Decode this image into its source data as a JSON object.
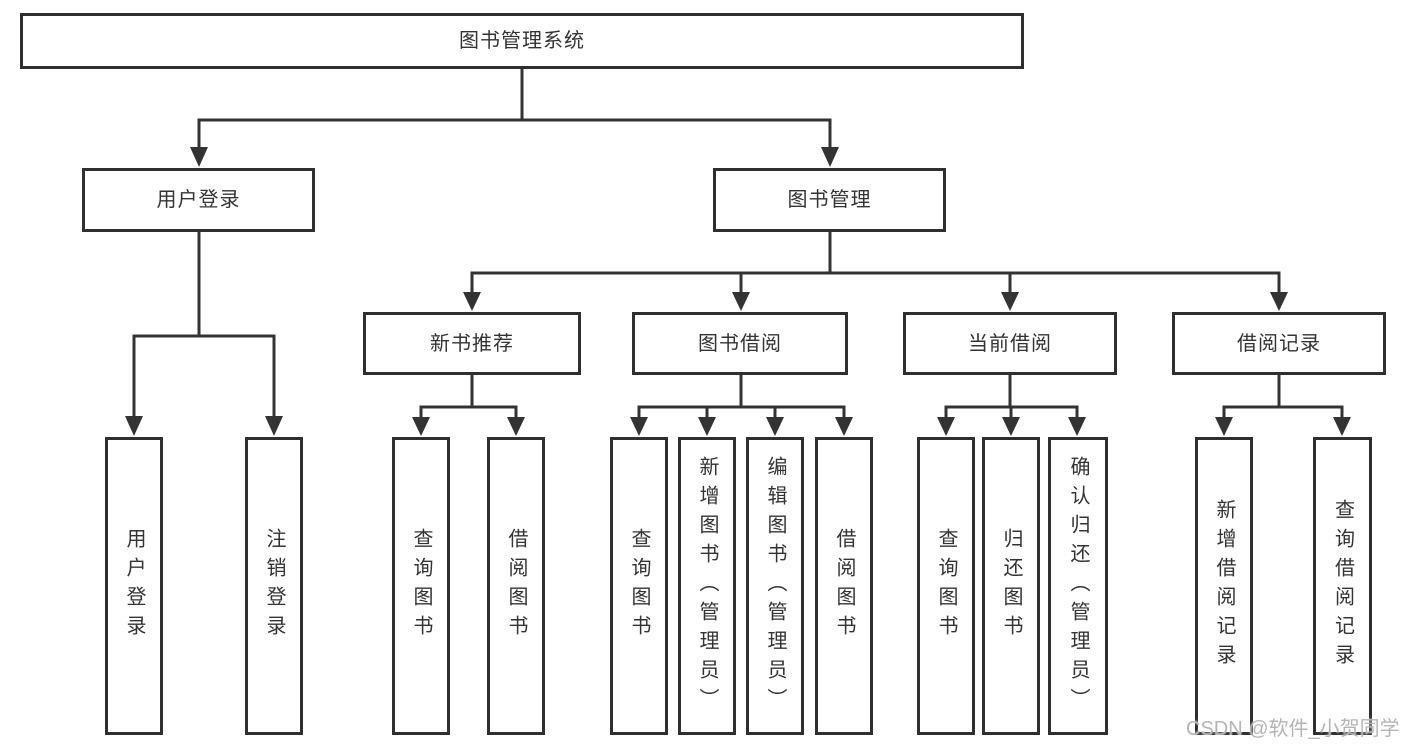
{
  "diagram": {
    "root": {
      "label": "图书管理系统"
    },
    "level2": [
      {
        "id": "user-login",
        "label": "用户登录"
      },
      {
        "id": "book-management",
        "label": "图书管理"
      }
    ],
    "level3": [
      {
        "id": "new-book-recommend",
        "label": "新书推荐"
      },
      {
        "id": "book-borrow",
        "label": "图书借阅"
      },
      {
        "id": "current-borrow",
        "label": "当前借阅"
      },
      {
        "id": "borrow-record",
        "label": "借阅记录"
      }
    ],
    "leaves": [
      {
        "parent": "用户登录",
        "label": "用户登录"
      },
      {
        "parent": "用户登录",
        "label": "注销登录"
      },
      {
        "parent": "新书推荐",
        "label": "查询图书"
      },
      {
        "parent": "新书推荐",
        "label": "借阅图书"
      },
      {
        "parent": "图书借阅",
        "label": "查询图书"
      },
      {
        "parent": "图书借阅",
        "label": "新增图书（管理员）"
      },
      {
        "parent": "图书借阅",
        "label": "编辑图书（管理员）"
      },
      {
        "parent": "图书借阅",
        "label": "借阅图书"
      },
      {
        "parent": "当前借阅",
        "label": "查询图书"
      },
      {
        "parent": "当前借阅",
        "label": "归还图书"
      },
      {
        "parent": "当前借阅",
        "label": "确认归还（管理员）"
      },
      {
        "parent": "借阅记录",
        "label": "新增借阅记录"
      },
      {
        "parent": "借阅记录",
        "label": "查询借阅记录"
      }
    ]
  },
  "watermark": {
    "text": "CSDN @软件_小贺同学",
    "color": "#b5b5b5"
  },
  "colors": {
    "line": "#333333",
    "box_border": "#2f2f2f",
    "text": "#333333",
    "background": "#ffffff"
  }
}
